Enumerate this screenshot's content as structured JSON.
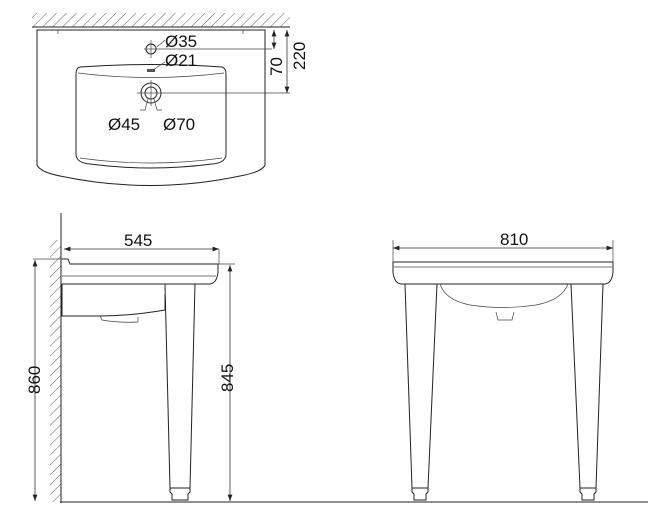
{
  "top_view": {
    "labels": {
      "tap_hole": "Ø35",
      "overflow": "Ø21",
      "drain_inner": "Ø45",
      "drain_outer": "Ø70"
    },
    "dims": {
      "tap_offset": "70",
      "drain_offset": "220"
    }
  },
  "side_view": {
    "dims": {
      "depth": "545",
      "wall_height": "860",
      "leg_height": "845"
    }
  },
  "front_view": {
    "dims": {
      "width": "810"
    }
  }
}
